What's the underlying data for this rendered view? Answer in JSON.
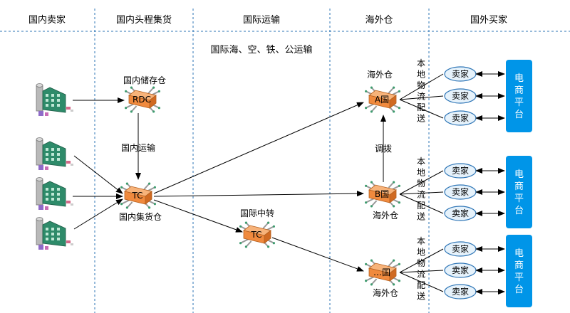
{
  "columns": {
    "domestic_seller": "国内卖家",
    "first_mile": "国内头程集货",
    "intl_transport": "国际运输",
    "overseas_wh": "海外仓",
    "foreign_buyer": "国外买家"
  },
  "transport_modes": "国际海、空、铁、公运输",
  "nodes": {
    "rdc_title": "国内储存仓",
    "rdc_label": "RDC",
    "domestic_transport": "国内运输",
    "tc_label": "TC",
    "tc_title": "国内集货仓",
    "transfer_title": "国际中转",
    "transfer_label": "TC",
    "wh_a_title": "海外仓",
    "wh_a_label": "A国",
    "wh_b_label": "B国",
    "wh_b_title": "海外仓",
    "wh_c_label": "…国",
    "wh_c_title": "海外仓",
    "allocate": "调拨"
  },
  "local_delivery_chars": [
    "本",
    "地",
    "物",
    "流",
    "配",
    "送"
  ],
  "seller_label": "卖家",
  "platform_chars": [
    "电",
    "商",
    "平",
    "台"
  ],
  "colors": {
    "dash": "#2e75b6",
    "platform": "#0095e8",
    "ellipse_stroke": "#2e75b6",
    "ellipse_fill": "#e6f2fb",
    "factory": "#2e8b6a",
    "warehouse": "#f08a3e"
  }
}
